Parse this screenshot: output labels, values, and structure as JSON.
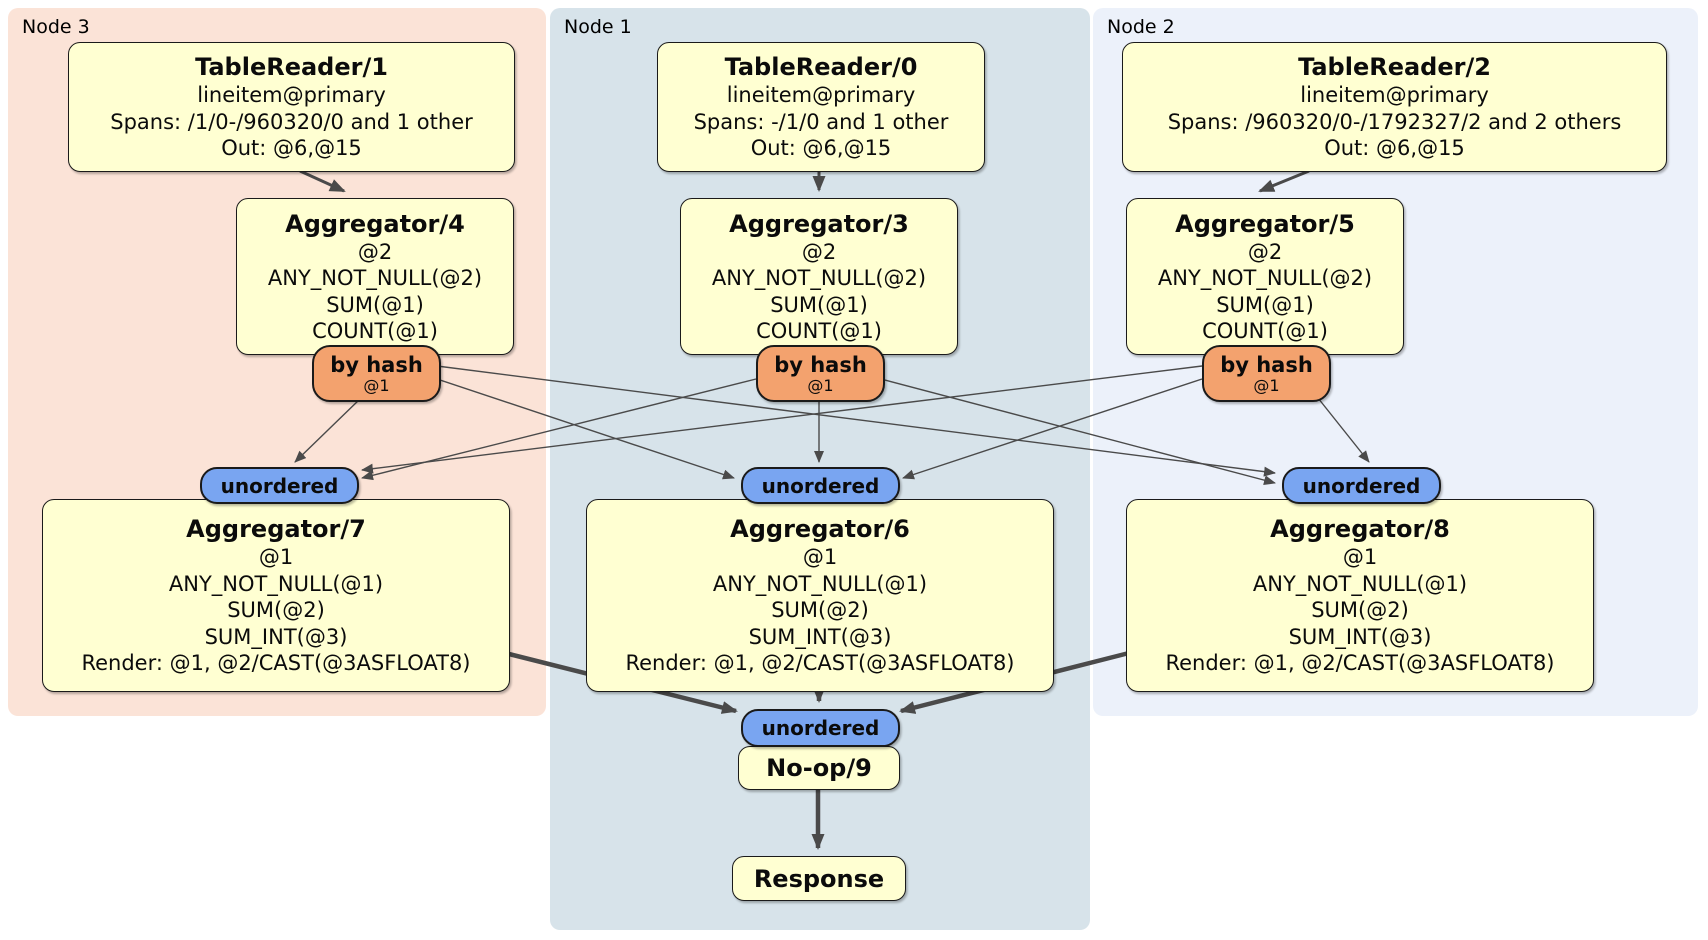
{
  "regions": {
    "node3": {
      "label": "Node 3"
    },
    "node1": {
      "label": "Node 1"
    },
    "node2": {
      "label": "Node 2"
    }
  },
  "boxes": {
    "tr1": {
      "title": "TableReader/1",
      "line1": "lineitem@primary",
      "line2": "Spans: /1/0-/960320/0 and 1 other",
      "line3": "Out: @6,@15"
    },
    "tr0": {
      "title": "TableReader/0",
      "line1": "lineitem@primary",
      "line2": "Spans: -/1/0 and 1 other",
      "line3": "Out: @6,@15"
    },
    "tr2": {
      "title": "TableReader/2",
      "line1": "lineitem@primary",
      "line2": "Spans: /960320/0-/1792327/2 and 2 others",
      "line3": "Out: @6,@15"
    },
    "agg4": {
      "title": "Aggregator/4",
      "line1": "@2",
      "line2": "ANY_NOT_NULL(@2)",
      "line3": "SUM(@1)",
      "line4": "COUNT(@1)"
    },
    "agg3": {
      "title": "Aggregator/3",
      "line1": "@2",
      "line2": "ANY_NOT_NULL(@2)",
      "line3": "SUM(@1)",
      "line4": "COUNT(@1)"
    },
    "agg5": {
      "title": "Aggregator/5",
      "line1": "@2",
      "line2": "ANY_NOT_NULL(@2)",
      "line3": "SUM(@1)",
      "line4": "COUNT(@1)"
    },
    "agg7": {
      "title": "Aggregator/7",
      "line1": "@1",
      "line2": "ANY_NOT_NULL(@1)",
      "line3": "SUM(@2)",
      "line4": "SUM_INT(@3)",
      "line5": "Render: @1, @2/CAST(@3ASFLOAT8)"
    },
    "agg6": {
      "title": "Aggregator/6",
      "line1": "@1",
      "line2": "ANY_NOT_NULL(@1)",
      "line3": "SUM(@2)",
      "line4": "SUM_INT(@3)",
      "line5": "Render: @1, @2/CAST(@3ASFLOAT8)"
    },
    "agg8": {
      "title": "Aggregator/8",
      "line1": "@1",
      "line2": "ANY_NOT_NULL(@1)",
      "line3": "SUM(@2)",
      "line4": "SUM_INT(@3)",
      "line5": "Render: @1, @2/CAST(@3ASFLOAT8)"
    },
    "noop": {
      "title": "No-op/9"
    },
    "response": {
      "title": "Response"
    }
  },
  "routers": {
    "hash3": {
      "label": "by hash",
      "sub": "@1"
    },
    "hash1": {
      "label": "by hash",
      "sub": "@1"
    },
    "hash2": {
      "label": "by hash",
      "sub": "@1"
    }
  },
  "syncs": {
    "un3": {
      "label": "unordered"
    },
    "un1": {
      "label": "unordered"
    },
    "un2": {
      "label": "unordered"
    },
    "unf": {
      "label": "unordered"
    }
  },
  "colors": {
    "node3_bg": "#fbe3d7",
    "node1_bg": "#d7e3ea",
    "node2_bg": "#ecf1fa",
    "processor_fill": "#ffffd2",
    "router_fill": "#f3a26e",
    "sync_fill": "#79a5f1",
    "box_border": "#1a1a1a",
    "edge": "#4a4a4a"
  }
}
